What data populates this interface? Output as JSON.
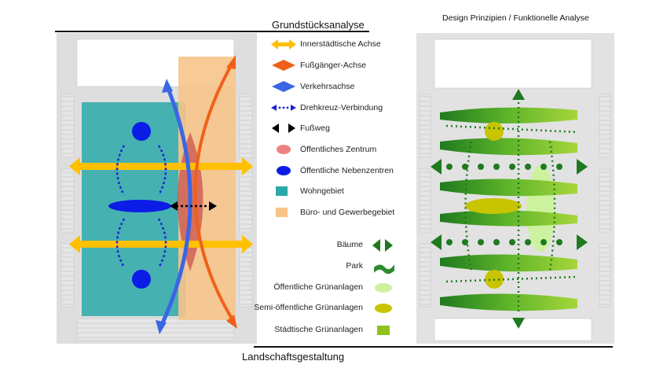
{
  "titles": {
    "left": "Grundstücksanalyse",
    "right": "Design Prinzipien / Funktionelle  Analyse",
    "bottom": "Landschaftsgestaltung"
  },
  "legend_analysis": [
    {
      "label": "Innerstädtische Achse",
      "icon": "double-arrow-icon",
      "color": "#FFC000"
    },
    {
      "label": "Fußgänger-Achse",
      "icon": "diamond-arrow-icon",
      "color": "#F0601A"
    },
    {
      "label": "Verkehrsachse",
      "icon": "diamond-arrow-icon",
      "color": "#3A66E6"
    },
    {
      "label": "Drehkreuz-Verbindung",
      "icon": "dotted-arrow-icon",
      "color": "#1A24D8"
    },
    {
      "label": "Fußweg",
      "icon": "black-double-arrow-icon",
      "color": "#000000"
    },
    {
      "label": "Öffentliches Zentrum",
      "icon": "ellipse-icon",
      "color": "#F08080"
    },
    {
      "label": "Öffentliche Nebenzentren",
      "icon": "ellipse-icon",
      "color": "#0A1CE6"
    },
    {
      "label": "Wohngebiet",
      "icon": "square-icon",
      "color": "#2BA9A9"
    },
    {
      "label": "Büro- und Gewerbegebiet",
      "icon": "square-icon",
      "color": "#F7C489"
    }
  ],
  "legend_landscape": [
    {
      "label": "Bäume",
      "icon": "green-double-arrow-icon",
      "color": "#1E7A1E"
    },
    {
      "label": "Park",
      "icon": "park-wave-icon",
      "color": "#2E8B2E"
    },
    {
      "label": "Öffentliche Grünanlagen",
      "icon": "ellipse-icon",
      "color": "#CCF2A0"
    },
    {
      "label": "Semi-öffentliche Grünanlagen",
      "icon": "ellipse-icon",
      "color": "#C8C400"
    },
    {
      "label": "Städtische Grünanlagen",
      "icon": "square-icon",
      "color": "#8FC21E"
    }
  ]
}
